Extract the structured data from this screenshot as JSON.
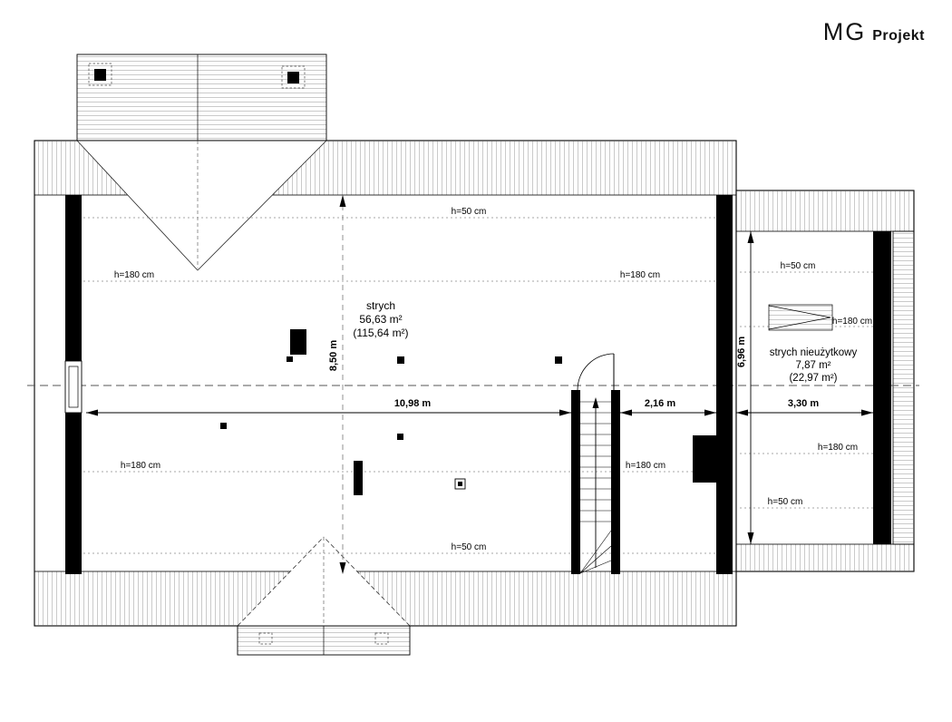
{
  "logo": {
    "mg": "MG",
    "projekt": "Projekt"
  },
  "plan": {
    "rooms": {
      "main": {
        "name": "strych",
        "area": "56,63 m²",
        "gross_area": "(115,64 m²)"
      },
      "attic_unusable": {
        "name": "strych nieużytkowy",
        "area": "7,87 m²",
        "gross_area": "(22,97 m²)"
      }
    },
    "dimensions": {
      "main_width": "10,98 m",
      "stair_bay_width": "2,16 m",
      "right_width": "3,30 m",
      "main_depth": "8,50 m",
      "right_depth": "6,96 m"
    },
    "heights": {
      "h50": "h=50 cm",
      "h180": "h=180 cm"
    }
  }
}
